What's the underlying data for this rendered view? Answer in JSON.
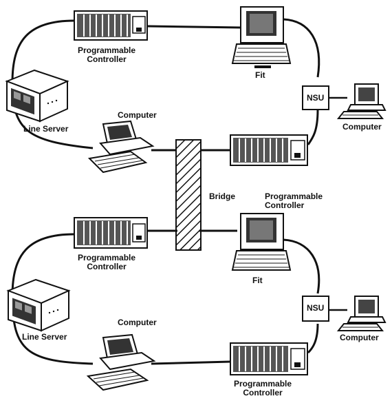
{
  "networks": [
    {
      "labels": {
        "plc_top": "Programmable\nController",
        "fit": "Fit",
        "line_server": "Line Server",
        "computer_left": "Computer",
        "nsu": "NSU",
        "computer_right": "Computer"
      }
    },
    {
      "labels": {
        "plc_bottom_right": "Programmable\nController",
        "plc_top": "Programmable\nController",
        "fit": "Fit",
        "line_server": "Line Server",
        "computer_left": "Computer",
        "nsu": "NSU",
        "computer_right": "Computer"
      }
    }
  ],
  "bridge": {
    "label": "Bridge"
  }
}
